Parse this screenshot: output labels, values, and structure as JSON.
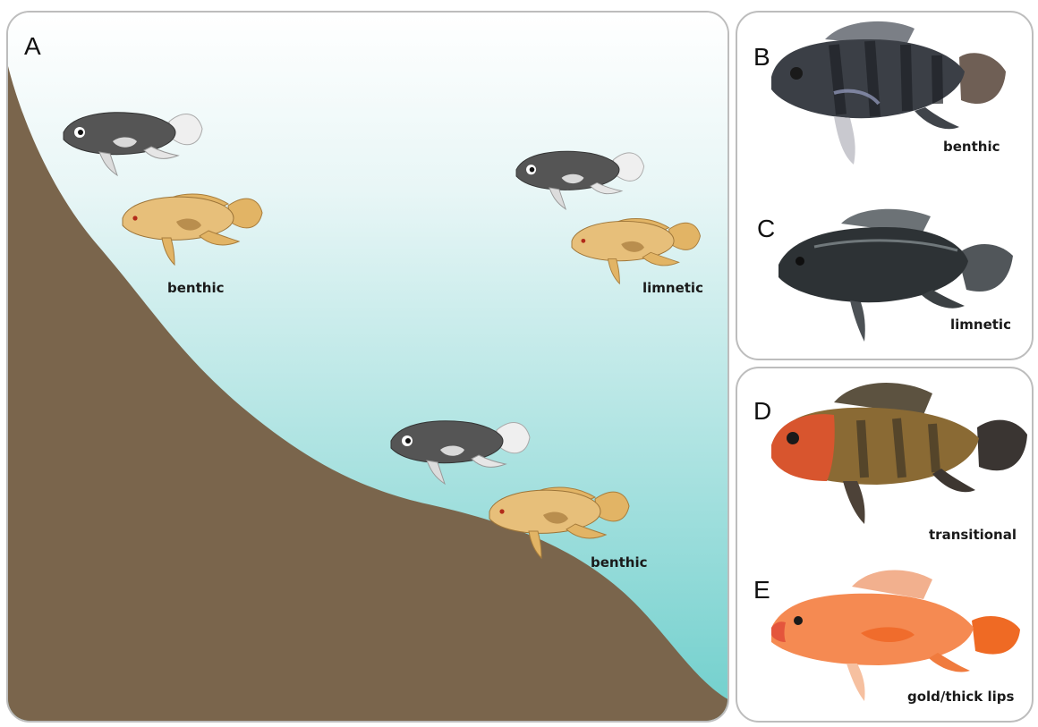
{
  "panels": {
    "A": {
      "letter": "A",
      "labels": {
        "benthic_upper": "benthic",
        "limnetic": "limnetic",
        "benthic_lower": "benthic"
      },
      "colors": {
        "water_top": "#ffffff",
        "water_bottom": "#6fcfcc",
        "slope": "#7a654c",
        "dark_morph": "#555555",
        "gold_morph": "#e7bf7a"
      }
    },
    "B": {
      "letter": "B",
      "label": "benthic"
    },
    "C": {
      "letter": "C",
      "label": "limnetic"
    },
    "D": {
      "letter": "D",
      "label": "transitional"
    },
    "E": {
      "letter": "E",
      "label": "gold/thick lips"
    }
  }
}
